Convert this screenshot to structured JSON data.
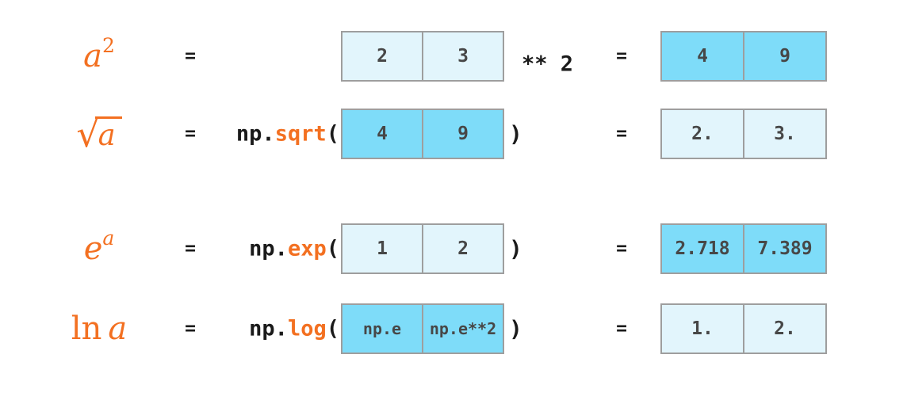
{
  "palette": {
    "background": "#ffffff",
    "light_cell": "#e2f5fc",
    "dark_cell": "#7edcf9",
    "cell_border": "#9e9e9e",
    "cell_text": "#474747",
    "orange": "#f37021",
    "code_black": "#1a1a1a"
  },
  "rows": [
    {
      "id": "square",
      "math": {
        "base": "a",
        "sup": "2"
      },
      "eq_left": "=",
      "input": {
        "style": "light",
        "cells": [
          "2",
          "3"
        ]
      },
      "operator_suffix": "** 2",
      "eq_right": "=",
      "output": {
        "style": "dark",
        "cells": [
          "4",
          "9"
        ]
      }
    },
    {
      "id": "sqrt",
      "math": {
        "radical": "√",
        "base": "a"
      },
      "eq_left": "=",
      "code": {
        "module": "np.",
        "fn": "sqrt",
        "open": "("
      },
      "input": {
        "style": "dark",
        "cells": [
          "4",
          "9"
        ]
      },
      "close_paren": ")",
      "eq_right": "=",
      "output": {
        "style": "light",
        "cells": [
          "2.",
          "3."
        ]
      }
    },
    {
      "id": "exp",
      "math": {
        "base": "e",
        "sup": "a"
      },
      "eq_left": "=",
      "code": {
        "module": "np.",
        "fn": "exp",
        "open": "("
      },
      "input": {
        "style": "light",
        "cells": [
          "1",
          "2"
        ]
      },
      "close_paren": ")",
      "eq_right": "=",
      "output": {
        "style": "dark",
        "cells": [
          "2.718",
          "7.389"
        ]
      }
    },
    {
      "id": "log",
      "math": {
        "prefix": "ln",
        "base": "a"
      },
      "eq_left": "=",
      "code": {
        "module": "np.",
        "fn": "log",
        "open": "("
      },
      "input": {
        "style": "dark",
        "cells": [
          "np.e",
          "np.e**2"
        ]
      },
      "close_paren": ")",
      "eq_right": "=",
      "output": {
        "style": "light",
        "cells": [
          "1.",
          "2."
        ]
      }
    }
  ]
}
